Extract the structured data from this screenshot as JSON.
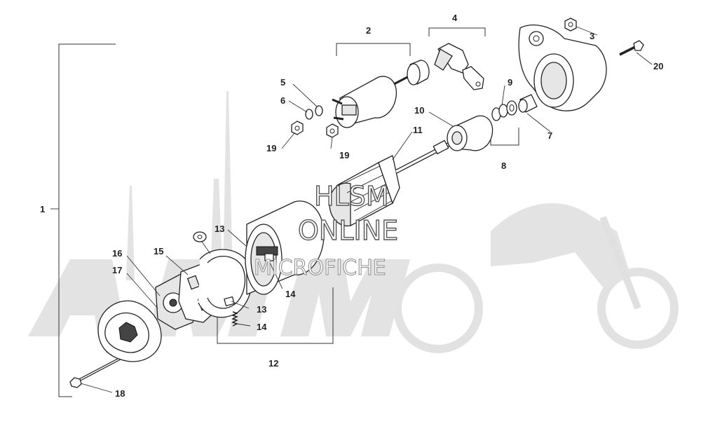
{
  "watermark": {
    "line1": "HLSM",
    "line2": "ONLINE",
    "line3": "MICROFICHE"
  },
  "callouts": [
    "1",
    "2",
    "3",
    "4",
    "5",
    "6",
    "7",
    "8",
    "9",
    "10",
    "11",
    "12",
    "13",
    "13",
    "14",
    "14",
    "15",
    "16",
    "17",
    "18",
    "19",
    "19",
    "20"
  ]
}
